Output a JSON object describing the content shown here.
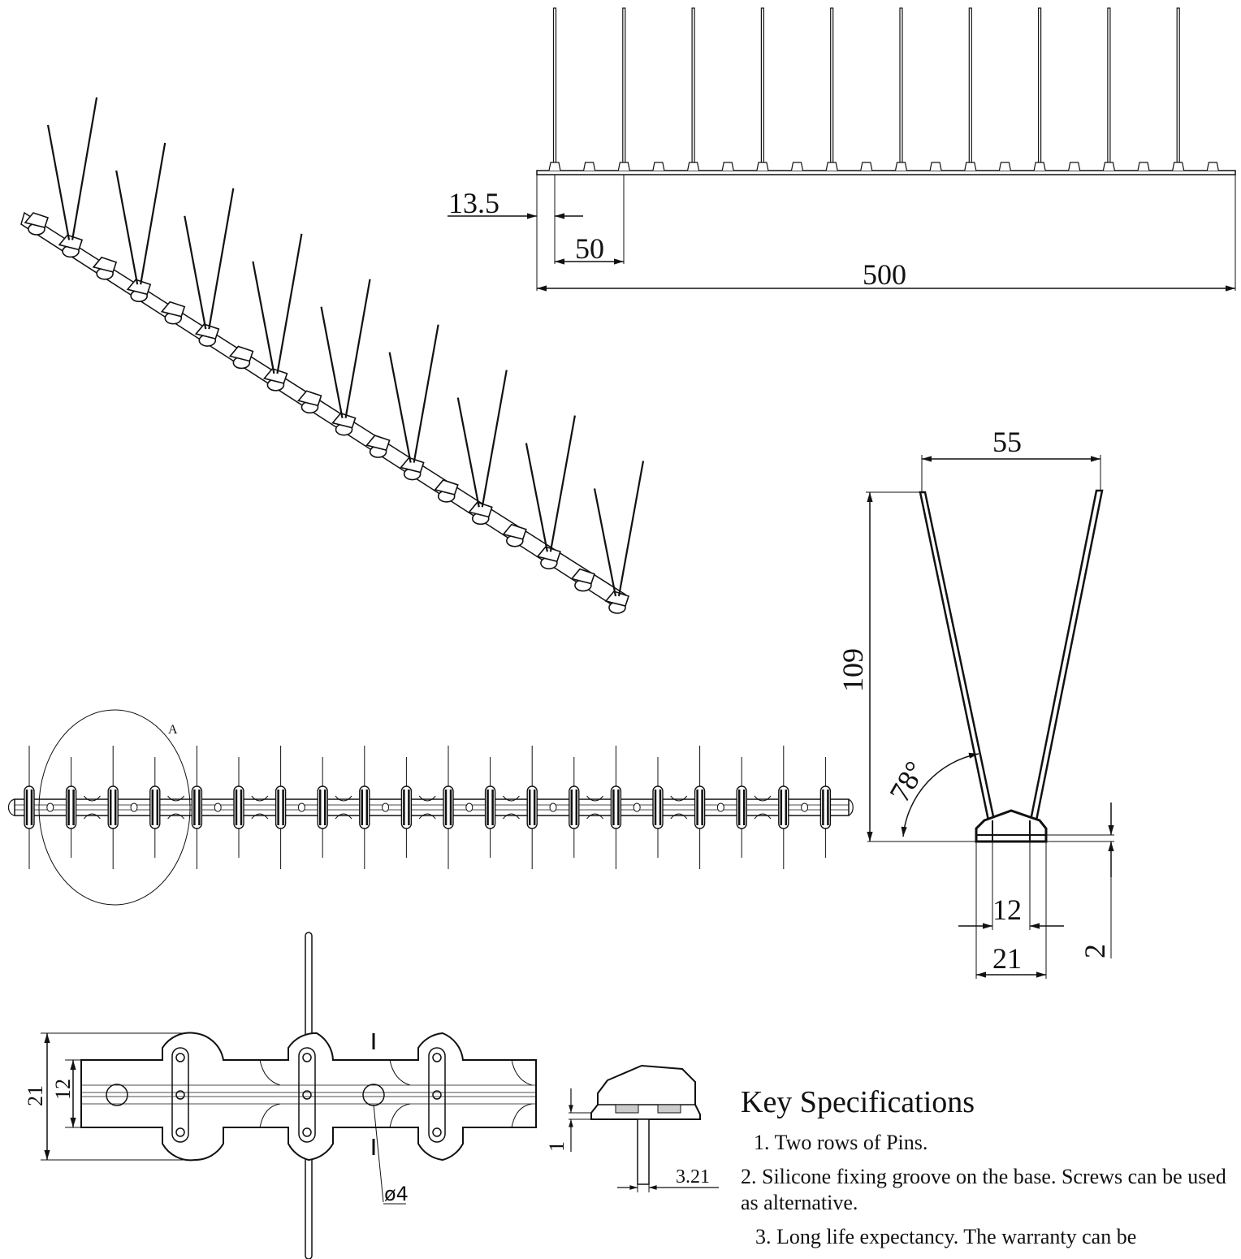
{
  "dimensions": {
    "top_view": {
      "offset": "13.5",
      "pin_spacing": "50",
      "total_length": "500"
    },
    "end_view": {
      "spread": "55",
      "height": "109",
      "angle": "78°",
      "base_inner": "12",
      "base_outer": "21",
      "base_thickness": "2"
    },
    "base_detail": {
      "width": "21",
      "inner_width": "12",
      "hole": "ø4"
    },
    "section": {
      "thickness": "1",
      "groove": "3.21"
    }
  },
  "detail_label": "A",
  "key_specifications": {
    "heading": "Key Specifications",
    "items": [
      "1. Two rows of Pins.",
      "2. Silicone fixing groove on the base. Screws can be used as alternative.",
      "3. Long life expectancy. The warranty can be"
    ]
  }
}
